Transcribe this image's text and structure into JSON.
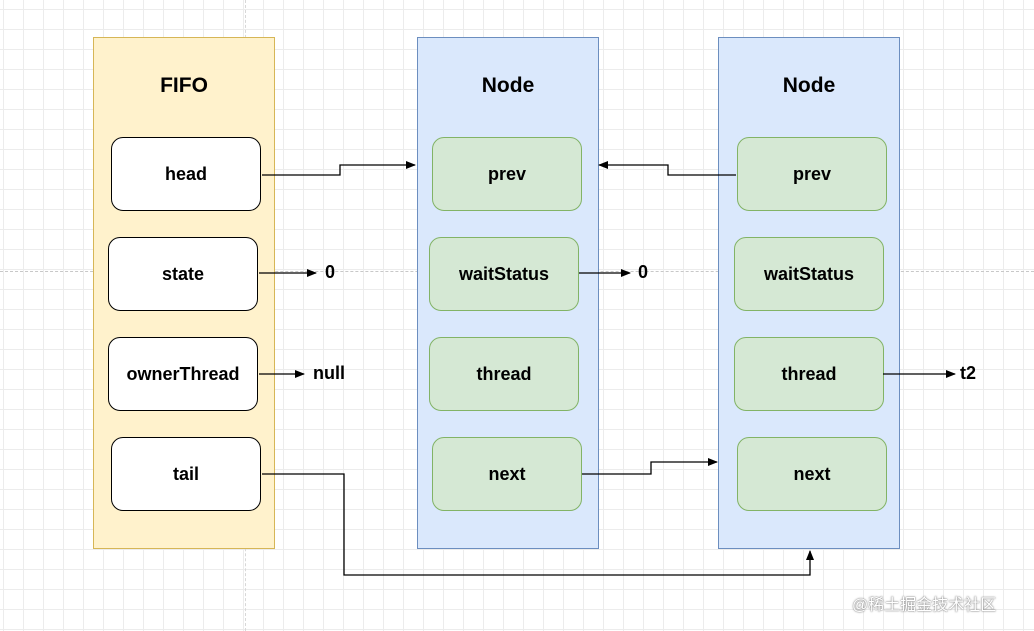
{
  "fifo": {
    "title": "FIFO",
    "fields": [
      "head",
      "state",
      "ownerThread",
      "tail"
    ]
  },
  "node1": {
    "title": "Node",
    "fields": [
      "prev",
      "waitStatus",
      "thread",
      "next"
    ]
  },
  "node2": {
    "title": "Node",
    "fields": [
      "prev",
      "waitStatus",
      "thread",
      "next"
    ]
  },
  "values": {
    "fifo_state": "0",
    "fifo_owner_thread": "null",
    "node1_wait_status": "0",
    "node2_thread": "t2"
  },
  "watermark": "@稀土掘金技术社区",
  "colors": {
    "fifo_fill": "#fff2cc",
    "fifo_border": "#d6b656",
    "node_fill": "#dae8fc",
    "node_border": "#6c8ebf",
    "field_green": "#d5e8d4",
    "field_green_border": "#82b366"
  }
}
